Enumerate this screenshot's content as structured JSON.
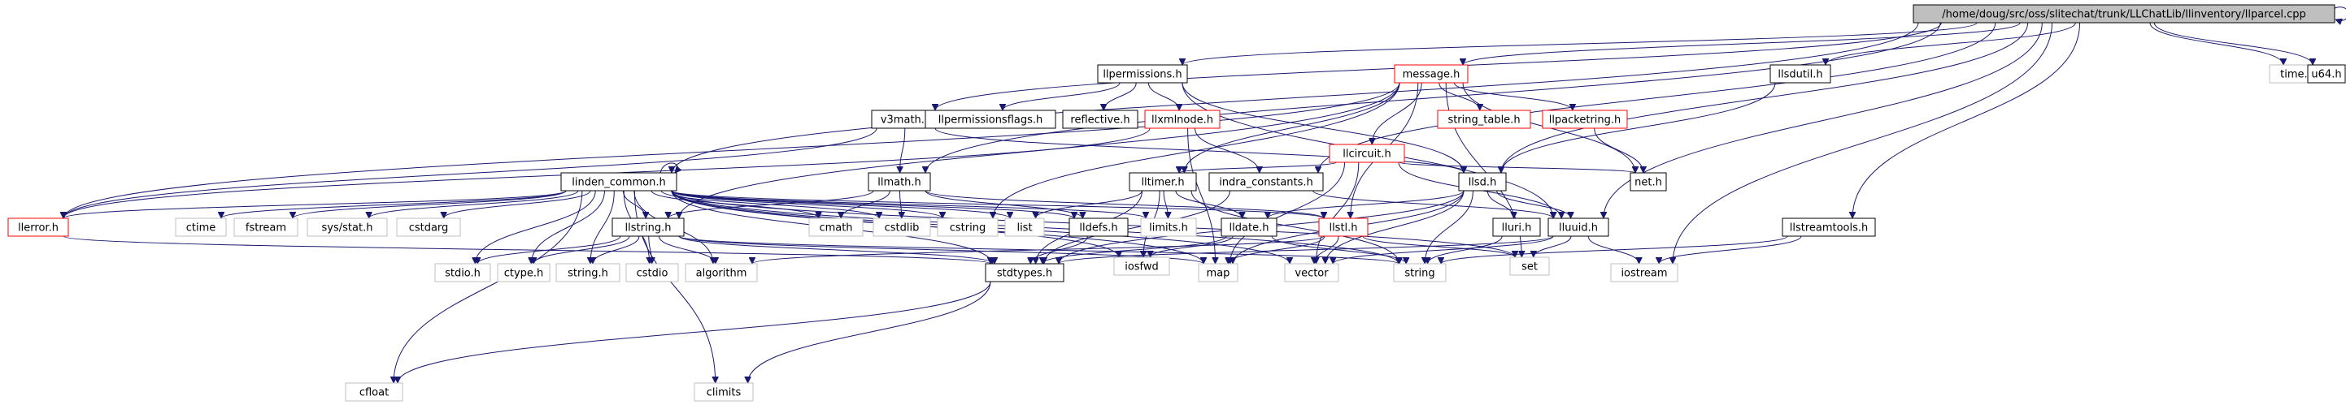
{
  "colors": {
    "edge": "#191970",
    "documented_border": "#000000",
    "undocumented_border": "#ff0000",
    "system_border": "#bfbfbf",
    "root_fill": "#bfbfbf"
  },
  "nodes": [
    {
      "id": "root",
      "label": "/home/doug/src/oss/slitechat/trunk/LLChatLib/llinventory/llparcel.cpp",
      "kind": "root"
    },
    {
      "id": "linden_common",
      "label": "linden_common.h",
      "kind": "documented"
    },
    {
      "id": "v3math",
      "label": "v3math.h",
      "kind": "documented"
    },
    {
      "id": "llmath",
      "label": "llmath.h",
      "kind": "documented"
    },
    {
      "id": "llpermissions",
      "label": "llpermissions.h",
      "kind": "documented"
    },
    {
      "id": "llpermissionsflags",
      "label": "llpermissionsflags.h",
      "kind": "documented"
    },
    {
      "id": "reflective",
      "label": "reflective.h",
      "kind": "documented"
    },
    {
      "id": "llxmlnode",
      "label": "llxmlnode.h",
      "kind": "undocumented"
    },
    {
      "id": "message",
      "label": "message.h",
      "kind": "undocumented"
    },
    {
      "id": "llcircuit",
      "label": "llcircuit.h",
      "kind": "undocumented"
    },
    {
      "id": "string_table",
      "label": "string_table.h",
      "kind": "undocumented"
    },
    {
      "id": "llpacketring",
      "label": "llpacketring.h",
      "kind": "undocumented"
    },
    {
      "id": "net",
      "label": "net.h",
      "kind": "documented"
    },
    {
      "id": "llsdutil",
      "label": "llsdutil.h",
      "kind": "documented"
    },
    {
      "id": "llsd",
      "label": "llsd.h",
      "kind": "documented"
    },
    {
      "id": "lltimer",
      "label": "lltimer.h",
      "kind": "documented"
    },
    {
      "id": "indra_constants",
      "label": "indra_constants.h",
      "kind": "documented"
    },
    {
      "id": "lldate",
      "label": "lldate.h",
      "kind": "documented"
    },
    {
      "id": "llstl",
      "label": "llstl.h",
      "kind": "undocumented"
    },
    {
      "id": "lluri",
      "label": "lluri.h",
      "kind": "documented"
    },
    {
      "id": "lluuid",
      "label": "lluuid.h",
      "kind": "documented"
    },
    {
      "id": "llstreamtools",
      "label": "llstreamtools.h",
      "kind": "documented"
    },
    {
      "id": "llerror",
      "label": "llerror.h",
      "kind": "undocumented"
    },
    {
      "id": "llstring",
      "label": "llstring.h",
      "kind": "documented"
    },
    {
      "id": "lldefs",
      "label": "lldefs.h",
      "kind": "documented"
    },
    {
      "id": "stdtypes",
      "label": "stdtypes.h",
      "kind": "documented"
    },
    {
      "id": "time",
      "label": "time.h",
      "kind": "system"
    },
    {
      "id": "u64",
      "label": "u64.h",
      "kind": "documented"
    },
    {
      "id": "ctime",
      "label": "ctime",
      "kind": "system"
    },
    {
      "id": "fstream",
      "label": "fstream",
      "kind": "system"
    },
    {
      "id": "sysstat",
      "label": "sys/stat.h",
      "kind": "system"
    },
    {
      "id": "cstdarg",
      "label": "cstdarg",
      "kind": "system"
    },
    {
      "id": "cmath",
      "label": "cmath",
      "kind": "system"
    },
    {
      "id": "cstdlib",
      "label": "cstdlib",
      "kind": "system"
    },
    {
      "id": "cstring",
      "label": "cstring",
      "kind": "system"
    },
    {
      "id": "list",
      "label": "list",
      "kind": "system"
    },
    {
      "id": "limits",
      "label": "limits.h",
      "kind": "system"
    },
    {
      "id": "stdio",
      "label": "stdio.h",
      "kind": "system"
    },
    {
      "id": "ctype",
      "label": "ctype.h",
      "kind": "system"
    },
    {
      "id": "stringh",
      "label": "string.h",
      "kind": "system"
    },
    {
      "id": "cstdio",
      "label": "cstdio",
      "kind": "system"
    },
    {
      "id": "algorithm",
      "label": "algorithm",
      "kind": "system"
    },
    {
      "id": "iosfwd",
      "label": "iosfwd",
      "kind": "system"
    },
    {
      "id": "map",
      "label": "map",
      "kind": "system"
    },
    {
      "id": "vector",
      "label": "vector",
      "kind": "system"
    },
    {
      "id": "string",
      "label": "string",
      "kind": "system"
    },
    {
      "id": "set",
      "label": "set",
      "kind": "system"
    },
    {
      "id": "iostream",
      "label": "iostream",
      "kind": "system"
    },
    {
      "id": "cfloat",
      "label": "cfloat",
      "kind": "system"
    },
    {
      "id": "climits",
      "label": "climits",
      "kind": "system"
    }
  ],
  "edges": [
    [
      "root",
      "root"
    ],
    [
      "root",
      "linden_common"
    ],
    [
      "root",
      "v3math"
    ],
    [
      "root",
      "llmath"
    ],
    [
      "root",
      "llpermissions"
    ],
    [
      "root",
      "message"
    ],
    [
      "root",
      "llsdutil"
    ],
    [
      "root",
      "llsd"
    ],
    [
      "root",
      "indra_constants"
    ],
    [
      "root",
      "lluuid"
    ],
    [
      "root",
      "llstreamtools"
    ],
    [
      "root",
      "time"
    ],
    [
      "root",
      "u64"
    ],
    [
      "root",
      "iostream"
    ],
    [
      "linden_common",
      "linden_common"
    ],
    [
      "linden_common",
      "llerror"
    ],
    [
      "linden_common",
      "ctime"
    ],
    [
      "linden_common",
      "fstream"
    ],
    [
      "linden_common",
      "sysstat"
    ],
    [
      "linden_common",
      "cstdarg"
    ],
    [
      "linden_common",
      "llstring"
    ],
    [
      "linden_common",
      "cmath"
    ],
    [
      "linden_common",
      "cstdlib"
    ],
    [
      "linden_common",
      "cstring"
    ],
    [
      "linden_common",
      "list"
    ],
    [
      "linden_common",
      "lldefs"
    ],
    [
      "linden_common",
      "limits"
    ],
    [
      "linden_common",
      "stdtypes"
    ],
    [
      "linden_common",
      "stdio"
    ],
    [
      "linden_common",
      "ctype"
    ],
    [
      "linden_common",
      "stringh"
    ],
    [
      "linden_common",
      "cstdio"
    ],
    [
      "linden_common",
      "algorithm"
    ],
    [
      "linden_common",
      "iosfwd"
    ],
    [
      "linden_common",
      "map"
    ],
    [
      "linden_common",
      "vector"
    ],
    [
      "linden_common",
      "string"
    ],
    [
      "linden_common",
      "set"
    ],
    [
      "linden_common",
      "cfloat"
    ],
    [
      "linden_common",
      "climits"
    ],
    [
      "linden_common",
      "llstl"
    ],
    [
      "v3math",
      "llerror"
    ],
    [
      "v3math",
      "llmath"
    ],
    [
      "v3math",
      "llsd"
    ],
    [
      "llmath",
      "cmath"
    ],
    [
      "llmath",
      "cstdlib"
    ],
    [
      "llmath",
      "llstring"
    ],
    [
      "llmath",
      "lldefs"
    ],
    [
      "llmath",
      "llstl"
    ],
    [
      "llpermissions",
      "llpermissionsflags"
    ],
    [
      "llpermissions",
      "reflective"
    ],
    [
      "llpermissions",
      "llxmlnode"
    ],
    [
      "llpermissions",
      "llsd"
    ],
    [
      "llpermissions",
      "lluuid"
    ],
    [
      "llxmlnode",
      "llerror"
    ],
    [
      "llxmlnode",
      "indra_constants"
    ],
    [
      "llxmlnode",
      "map"
    ],
    [
      "message",
      "llerror"
    ],
    [
      "message",
      "llcircuit"
    ],
    [
      "message",
      "string_table"
    ],
    [
      "message",
      "llpacketring"
    ],
    [
      "message",
      "net"
    ],
    [
      "message",
      "lltimer"
    ],
    [
      "message",
      "llstl"
    ],
    [
      "message",
      "set"
    ],
    [
      "message",
      "cstring"
    ],
    [
      "message",
      "llstring"
    ],
    [
      "llcircuit",
      "lltimer"
    ],
    [
      "llcircuit",
      "net"
    ],
    [
      "llcircuit",
      "lluuid"
    ],
    [
      "llcircuit",
      "map"
    ],
    [
      "llcircuit",
      "vector"
    ],
    [
      "llpacketring",
      "net"
    ],
    [
      "llsdutil",
      "llsd"
    ],
    [
      "lltimer",
      "list"
    ],
    [
      "lltimer",
      "limits"
    ],
    [
      "lltimer",
      "stdtypes"
    ],
    [
      "lltimer",
      "lldate"
    ],
    [
      "lltimer",
      "string"
    ],
    [
      "lltimer",
      "iosfwd"
    ],
    [
      "indra_constants",
      "stdtypes"
    ],
    [
      "indra_constants",
      "lluuid"
    ],
    [
      "llsd",
      "lldate"
    ],
    [
      "llsd",
      "lluri"
    ],
    [
      "llsd",
      "lluuid"
    ],
    [
      "llsd",
      "map"
    ],
    [
      "llsd",
      "string"
    ],
    [
      "llsd",
      "vector"
    ],
    [
      "llsd",
      "stdtypes"
    ],
    [
      "lldate",
      "stdtypes"
    ],
    [
      "lldate",
      "iosfwd"
    ],
    [
      "lldate",
      "string"
    ],
    [
      "llstl",
      "map"
    ],
    [
      "llstl",
      "vector"
    ],
    [
      "llstl",
      "set"
    ],
    [
      "llstl",
      "algorithm"
    ],
    [
      "lluri",
      "string"
    ],
    [
      "lluuid",
      "stdtypes"
    ],
    [
      "lluuid",
      "set"
    ],
    [
      "lluuid",
      "iostream"
    ],
    [
      "lluuid",
      "vector"
    ],
    [
      "llstreamtools",
      "string"
    ],
    [
      "llstreamtools",
      "iostream"
    ],
    [
      "llerror",
      "stdtypes"
    ],
    [
      "llstring",
      "stdtypes"
    ],
    [
      "llstring",
      "stdio"
    ],
    [
      "llstring",
      "ctype"
    ],
    [
      "llstring",
      "stringh"
    ],
    [
      "llstring",
      "cstdio"
    ],
    [
      "llstring",
      "algorithm"
    ],
    [
      "llstring",
      "map"
    ],
    [
      "llstring",
      "string"
    ],
    [
      "lldefs",
      "stdtypes"
    ],
    [
      "stdtypes",
      "cfloat"
    ],
    [
      "stdtypes",
      "climits"
    ]
  ]
}
